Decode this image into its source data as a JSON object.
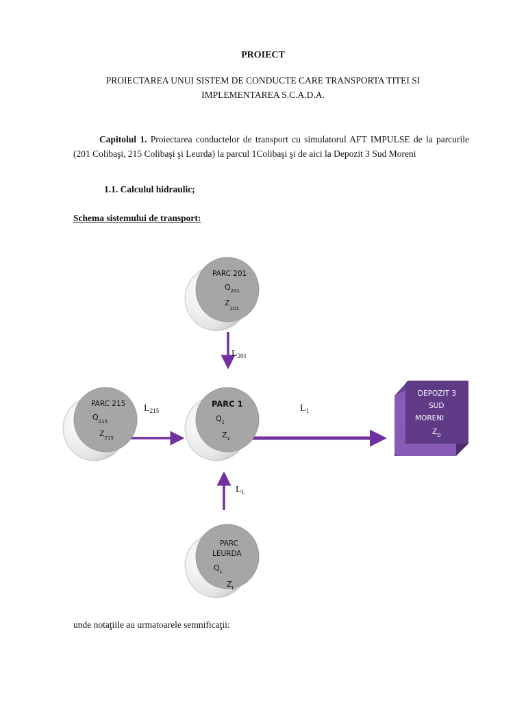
{
  "document": {
    "title": "PROIECT",
    "subtitle": "PROIECTAREA UNUI SISTEM DE CONDUCTE CARE TRANSPORTA TITEI SI IMPLEMENTAREA S.C.A.D.A.",
    "chapter_label": "Capitolul 1.",
    "chapter_text": " Proiectarea conductelor de transport  cu simulatorul AFT IMPULSE de la parcurile (201 Colibaşi, 215 Colibaşi şi Leurda) la parcul 1Colibaşi şi de aici la Depozit 3 Sud Moreni",
    "section": "1.1. Calculul hidraulic;",
    "scheme_heading": "Schema sistemului de transport:",
    "notes": "unde notaţiile au urmatoarele semnificaţii:"
  },
  "diagram": {
    "accent_color": "#7030a0",
    "node_fill": "#a6a6a6",
    "parc201": {
      "name": "PARC 201",
      "q": "Q",
      "q_sub": "201",
      "z": "Z",
      "z_sub": "201"
    },
    "parc215": {
      "name": "PARC 215",
      "q": "Q",
      "q_sub": "215",
      "z": "Z",
      "z_sub": "215"
    },
    "parc1": {
      "name": "PARC 1",
      "q": "Q",
      "q_sub": "1",
      "z": "Z",
      "z_sub": "1"
    },
    "leurda": {
      "name_line1": "PARC",
      "name_line2": "LEURDA",
      "q": "Q",
      "q_sub": "L",
      "z": "Z",
      "z_sub": "L"
    },
    "depot": {
      "line1": "DEPOZIT 3",
      "line2": "SUD",
      "line3": "MORENI",
      "z": "Z",
      "z_sub": "D"
    },
    "pipes": {
      "l201": {
        "main": "L",
        "sub": "201"
      },
      "l215": {
        "main": "L",
        "sub": "215"
      },
      "l1": {
        "main": "L",
        "sub": "1"
      },
      "ll": {
        "main": "L",
        "sub": "L"
      }
    }
  }
}
